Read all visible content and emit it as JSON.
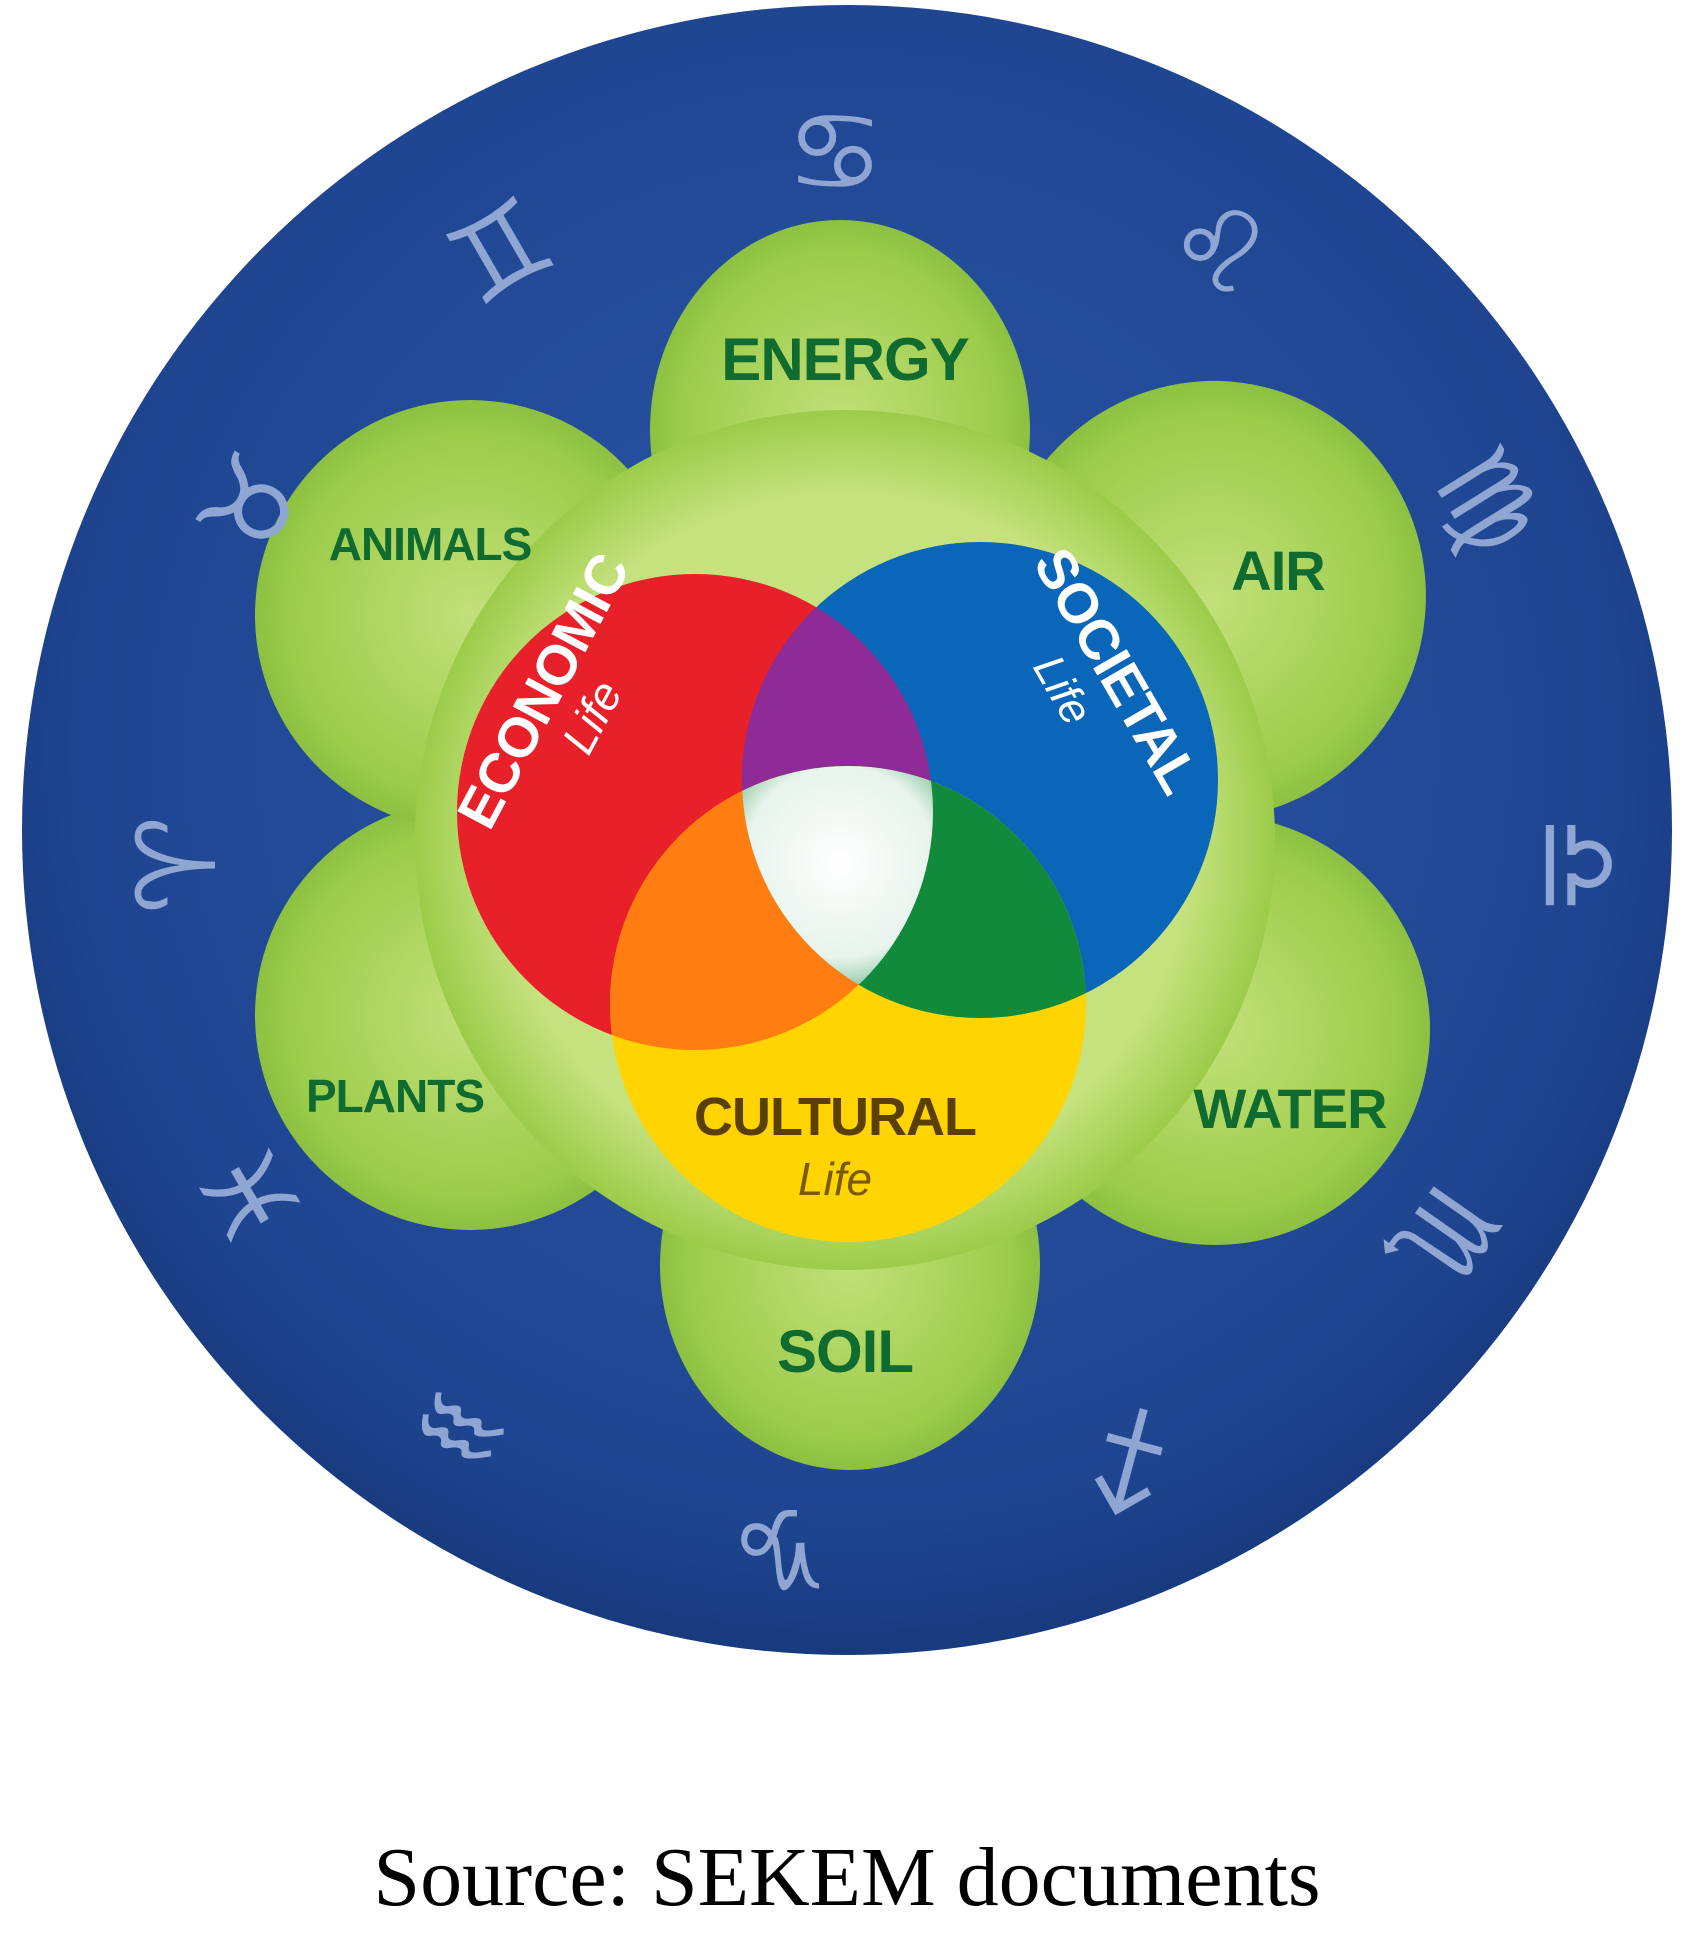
{
  "colors": {
    "outer_ring": "#1f4591",
    "petal": "#9ccc4a",
    "inner_disk": "#b4d96a",
    "economic": "#e8202a",
    "societal": "#0a66b8",
    "cultural": "#ffd400",
    "overlap_economic_societal": "#8e2b96",
    "overlap_economic_cultural": "#ff7d11",
    "overlap_societal_cultural": "#128a3c",
    "center": "#ffffff",
    "petal_text": "#0f6b2f",
    "zodiac": "#8fa6d2"
  },
  "petals": [
    {
      "id": "energy",
      "label": "ENERGY"
    },
    {
      "id": "air",
      "label": "AIR"
    },
    {
      "id": "water",
      "label": "WATER"
    },
    {
      "id": "soil",
      "label": "SOIL"
    },
    {
      "id": "plants",
      "label": "PLANTS"
    },
    {
      "id": "animals",
      "label": "ANIMALS"
    }
  ],
  "spheres": {
    "economic": {
      "label": "ECONOMIC",
      "sub": "Life",
      "text_color": "#ffffff"
    },
    "societal": {
      "label": "SOCIETAL",
      "sub": "Life",
      "text_color": "#ffffff"
    },
    "cultural": {
      "label": "CULTURAL",
      "sub": "Life",
      "text_color": "#5a3f00"
    }
  },
  "zodiac": [
    {
      "sign": "cancer",
      "glyph": "♋"
    },
    {
      "sign": "leo",
      "glyph": "♌"
    },
    {
      "sign": "virgo",
      "glyph": "♍"
    },
    {
      "sign": "libra",
      "glyph": "♎"
    },
    {
      "sign": "scorpio",
      "glyph": "♏"
    },
    {
      "sign": "sagittarius",
      "glyph": "♐"
    },
    {
      "sign": "capricorn",
      "glyph": "♑"
    },
    {
      "sign": "aquarius",
      "glyph": "♒"
    },
    {
      "sign": "pisces",
      "glyph": "♓"
    },
    {
      "sign": "aries",
      "glyph": "♈"
    },
    {
      "sign": "taurus",
      "glyph": "♉"
    },
    {
      "sign": "gemini",
      "glyph": "♊"
    }
  ],
  "caption": "Source: SEKEM documents"
}
